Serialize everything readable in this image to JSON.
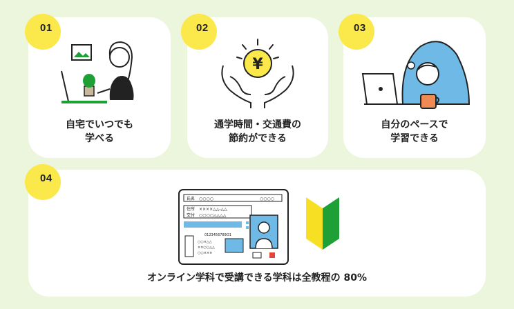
{
  "cards": [
    {
      "number": "01",
      "lines": [
        "自宅でいつでも",
        "学べる"
      ],
      "icon": "woman-at-laptop-illustration"
    },
    {
      "number": "02",
      "lines": [
        "通学時間・交通費の",
        "節約ができる"
      ],
      "icon": "hands-holding-yen-coin-illustration",
      "coin_symbol": "¥"
    },
    {
      "number": "03",
      "lines": [
        "自分のペースで",
        "学習できる"
      ],
      "icon": "person-in-blanket-with-laptop-illustration"
    },
    {
      "number": "04",
      "lines": [
        "オンライン学科で受講できる学科は全教程の 80%"
      ],
      "icon": "license-card-and-beginner-mark-illustration",
      "license": {
        "name_label": "氏名",
        "name_value": "○○○○",
        "id_value": "○○○○",
        "address_label": "住所",
        "address_value": "××××△△-△△",
        "issue_label": "交付",
        "issue_value": "○○○○△△△△",
        "number_value": "0123456789O1",
        "row_a": "○○×△△",
        "row_b": "××○○△△",
        "row_c": "○○×××"
      }
    }
  ],
  "colors": {
    "background": "#ecf6dc",
    "badge": "#fbe84a",
    "accent_blue": "#6fb9e6",
    "beginner_green": "#1ea037",
    "beginner_yellow": "#f7e024"
  }
}
